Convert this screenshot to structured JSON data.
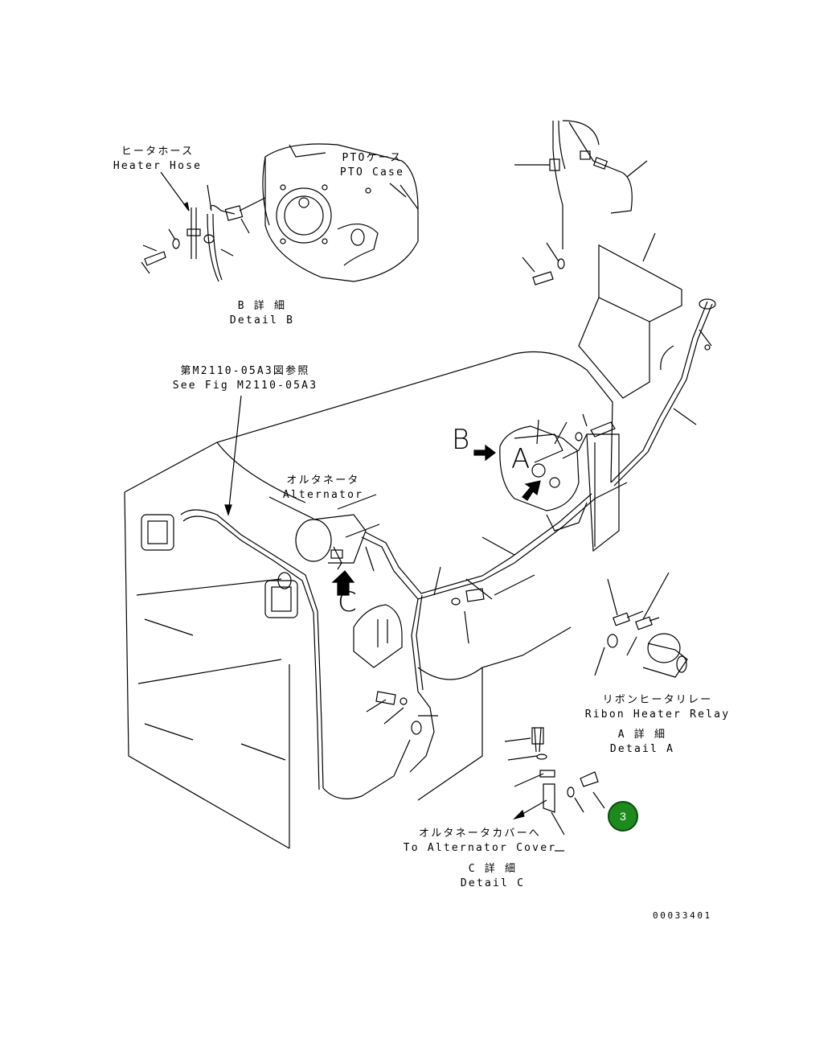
{
  "labels": {
    "heater_hose_jp": "ヒータホース",
    "heater_hose_en": "Heater Hose",
    "pto_case_jp": "PTOケース",
    "pto_case_en": "PTO Case",
    "detail_b_jp": "B 詳 細",
    "detail_b_en": "Detail B",
    "see_fig_jp": "第M2110-05A3図参照",
    "see_fig_en": "See Fig M2110-05A3",
    "alternator_jp": "オルタネータ",
    "alternator_en": "Alternator",
    "marker_b": "B",
    "marker_a": "A",
    "marker_c": "C",
    "ribbon_heater_relay_jp": "リボンヒータリレー",
    "ribbon_heater_relay_en": "Ribon Heater Relay",
    "detail_a_jp": "A 詳 細",
    "detail_a_en": "Detail A",
    "to_alternator_cover_jp": "オルタネータカバーへ",
    "to_alternator_cover_en": "To Alternator Cover",
    "detail_c_jp": "C 詳 細",
    "detail_c_en": "Detail C",
    "drawing_number": "00033401"
  },
  "callout": {
    "number": "3",
    "color": "#1c8a1c"
  }
}
